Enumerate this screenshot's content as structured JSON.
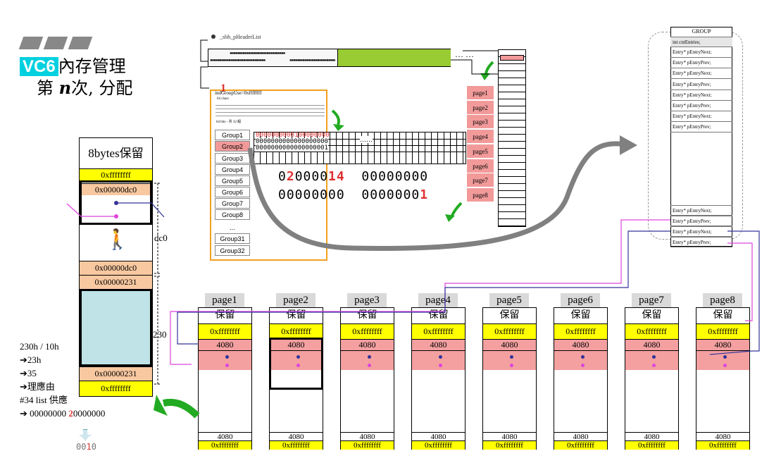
{
  "title": {
    "tag": "VC6",
    "line1": "內存管理",
    "line2_pre": "第",
    "line2_n": "n",
    "line2_post": "次, 分配"
  },
  "colors": {
    "cyan": "#00d0e0",
    "red": "#e03030",
    "yellow": "#ffff00",
    "pink": "#f4a0a0",
    "green": "#99cc33"
  },
  "top": {
    "header_list": "_sbh_pHeaderList",
    "dots": "▪▪▪▪▪▪▪▪▪▪▪▪▪▪▪▪▪▪▪▪▪▪▪▪▪▪▪▪▪▪",
    "ellipsis": "…",
    "ellipsis2": "… …"
  },
  "region": {
    "red_num": "1",
    "label": "indGroupUse=0xffffffff",
    "sub1": "64 chars",
    "sub2": "64 bits - 共 32 組"
  },
  "groups": [
    "Group1",
    "Group2",
    "Group3",
    "Group4",
    "Group5",
    "Group6",
    "Group7",
    "Group8",
    "...",
    "Group31",
    "Group32"
  ],
  "bitmap": {
    "row1": "0000000000100000000",
    "row2": "0000000000000000000",
    "row3": "0000000000000000001",
    "ellipsis": "……"
  },
  "bigbits": {
    "l1a": "0",
    "l1b": "2",
    "l1c": "0000",
    "l1d": "14",
    "l1e": "00000000",
    "l2a": "00000000",
    "l2b": "0000000",
    "l2c": "1"
  },
  "pages_right": [
    "page1",
    "page2",
    "page3",
    "page4",
    "page5",
    "page6",
    "page7",
    "page8"
  ],
  "group_struct": {
    "title": "GROUP",
    "cnt": "int  cntEntries;",
    "entries": [
      "Entry*  pEntryNext;",
      "Entry*  pEntryPrev;",
      "Entry*  pEntryNext;",
      "Entry*  pEntryPrev;",
      "Entry*  pEntryNext;",
      "Entry*  pEntryPrev;",
      "Entry*  pEntryNext;",
      "Entry*  pEntryPrev;"
    ],
    "bottom": [
      "Entry*  pEntryNext;",
      "Entry*  pEntryPrev;",
      "Entry*  pEntryNext;",
      "Entry*  pEntryPrev;"
    ]
  },
  "block": {
    "reserve": "8bytes保留",
    "ff": "0xffffffff",
    "dc0a": "0x00000dc0",
    "dc0b": "0x00000dc0",
    "dc0_label": "dc0",
    "a231": "0x00000231",
    "b231": "0x00000231",
    "label230": "230",
    "ff2": "0xffffffff"
  },
  "calc": {
    "l1": "230h / 10h",
    "l2": "23h",
    "l3": "35",
    "l4": "理應由",
    "l5": "#34 list 供應",
    "l6a": "00000000 ",
    "l6b": "2",
    "l6c": "0000000",
    "arrow": "➔",
    "res_a": "00",
    "res_b": "1",
    "res_c": "0"
  },
  "pages_bottom": {
    "labels": [
      "page1",
      "page2",
      "page3",
      "page4",
      "page5",
      "page6",
      "page7",
      "page8"
    ],
    "reserve": "保留",
    "ff": "0xffffffff",
    "v4080": "4080"
  }
}
